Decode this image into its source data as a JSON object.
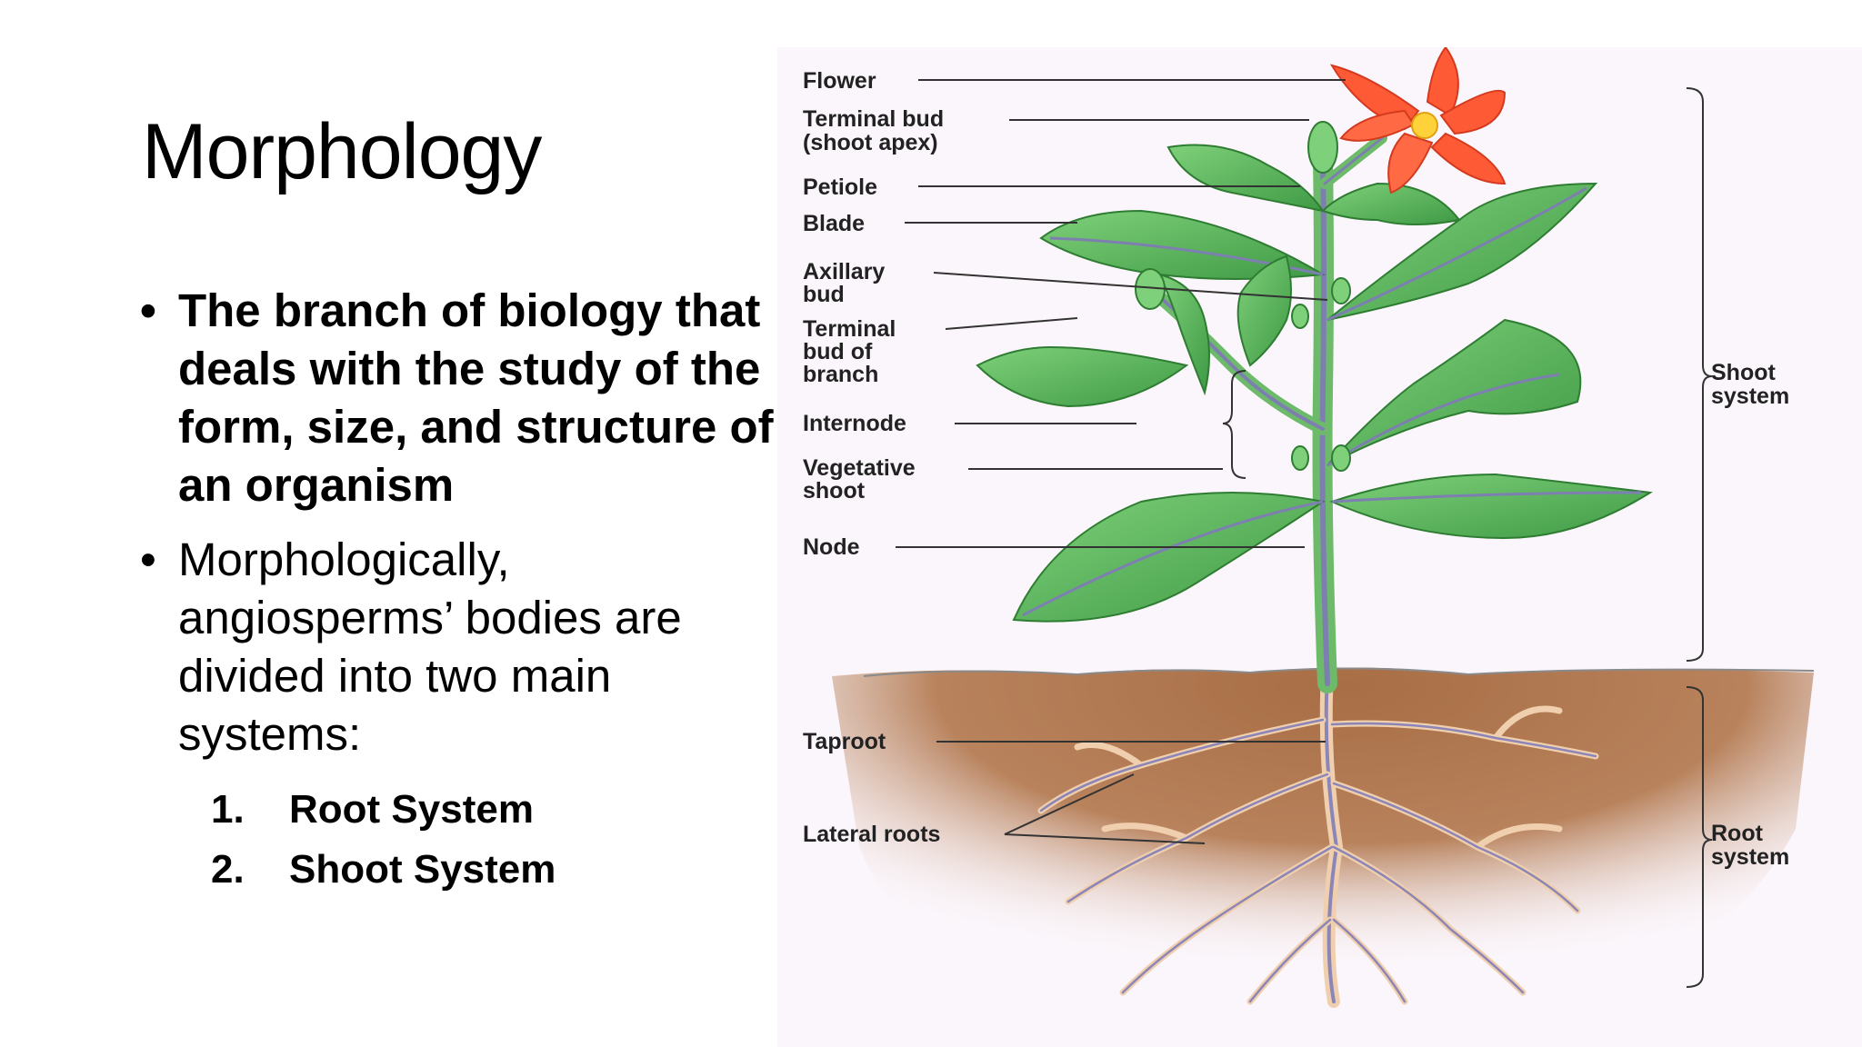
{
  "slide": {
    "title": "Morphology",
    "bullets": [
      "The branch of biology that deals with the study of the form, size, and structure of an organism",
      " Morphologically, angiosperms’ bodies are divided into two main systems:"
    ],
    "numbered": [
      {
        "num": "1.",
        "text": "Root System"
      },
      {
        "num": "2.",
        "text": "Shoot System"
      }
    ],
    "bullet_glyph": "•"
  },
  "diagram": {
    "labels": {
      "flower": "Flower",
      "terminal_bud_1": "Terminal bud",
      "terminal_bud_2": "(shoot apex)",
      "petiole": "Petiole",
      "blade": "Blade",
      "axillary_1": "Axillary",
      "axillary_2": "bud",
      "term_branch_1": "Terminal",
      "term_branch_2": "bud of",
      "term_branch_3": "branch",
      "internode": "Internode",
      "vegetative_1": "Vegetative",
      "vegetative_2": "shoot",
      "node": "Node",
      "taproot": "Taproot",
      "lateral": "Lateral roots",
      "shoot_1": "Shoot",
      "shoot_2": "system",
      "root_1": "Root",
      "root_2": "system"
    },
    "colors": {
      "leaf": "#5cb85c",
      "leaf_dark": "#2e7d32",
      "stem": "#7d7fb0",
      "flower": "#ff5a36",
      "soil": "#b07a55",
      "root": "#f3d2b0",
      "background": "#fbf6fb"
    }
  }
}
